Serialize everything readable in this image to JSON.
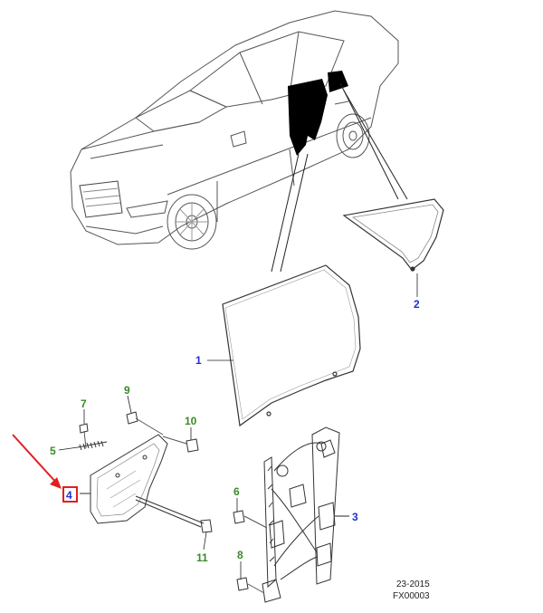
{
  "callouts": {
    "c1": "1",
    "c2": "2",
    "c3": "3",
    "c4": "4",
    "c5": "5",
    "c6": "6",
    "c7": "7",
    "c8": "8",
    "c9": "9",
    "c10": "10",
    "c11": "11"
  },
  "footer": {
    "date_code": "23-2015",
    "figure_id": "FX00003"
  },
  "colors": {
    "callout_blue": "#1f2fd0",
    "callout_green": "#3a8a2a",
    "highlight_red": "#e02020",
    "line": "#333333"
  }
}
